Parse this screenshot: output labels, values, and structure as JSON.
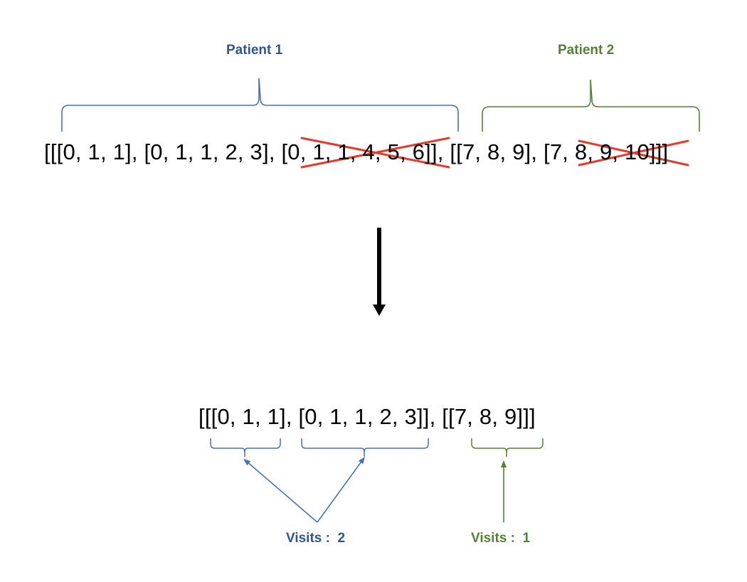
{
  "colors": {
    "patient1": "#4472C4",
    "patient1_text": "#2F5597",
    "patient2": "#548235",
    "strike": "#E8392B",
    "text": "#000000"
  },
  "top": {
    "patient1_label": "Patient 1",
    "patient2_label": "Patient 2",
    "sequence": {
      "open": "[[",
      "p1_visit1": "[0, 1, 1]",
      "sep1": ", ",
      "p1_visit2": "[0, 1, 1, 2, 3]",
      "sep2": ", ",
      "p1_visit3_removed": "[0, 1, 1, 4, 5, 6]",
      "p1_close": "]",
      "sep3": ", ",
      "p2_open": "[",
      "p2_visit1": "[7, 8, 9]",
      "sep4": ", ",
      "p2_visit2_removed": "[7, 8, 9, 10]",
      "close": "]]"
    }
  },
  "bottom": {
    "sequence": "[[[0, 1, 1], [0, 1, 1, 2, 3]], [[7, 8, 9]]]",
    "visits_p1": "Visits :  2",
    "visits_p2": "Visits :  1"
  },
  "icons": {
    "transform_arrow": "arrow-down-icon"
  }
}
